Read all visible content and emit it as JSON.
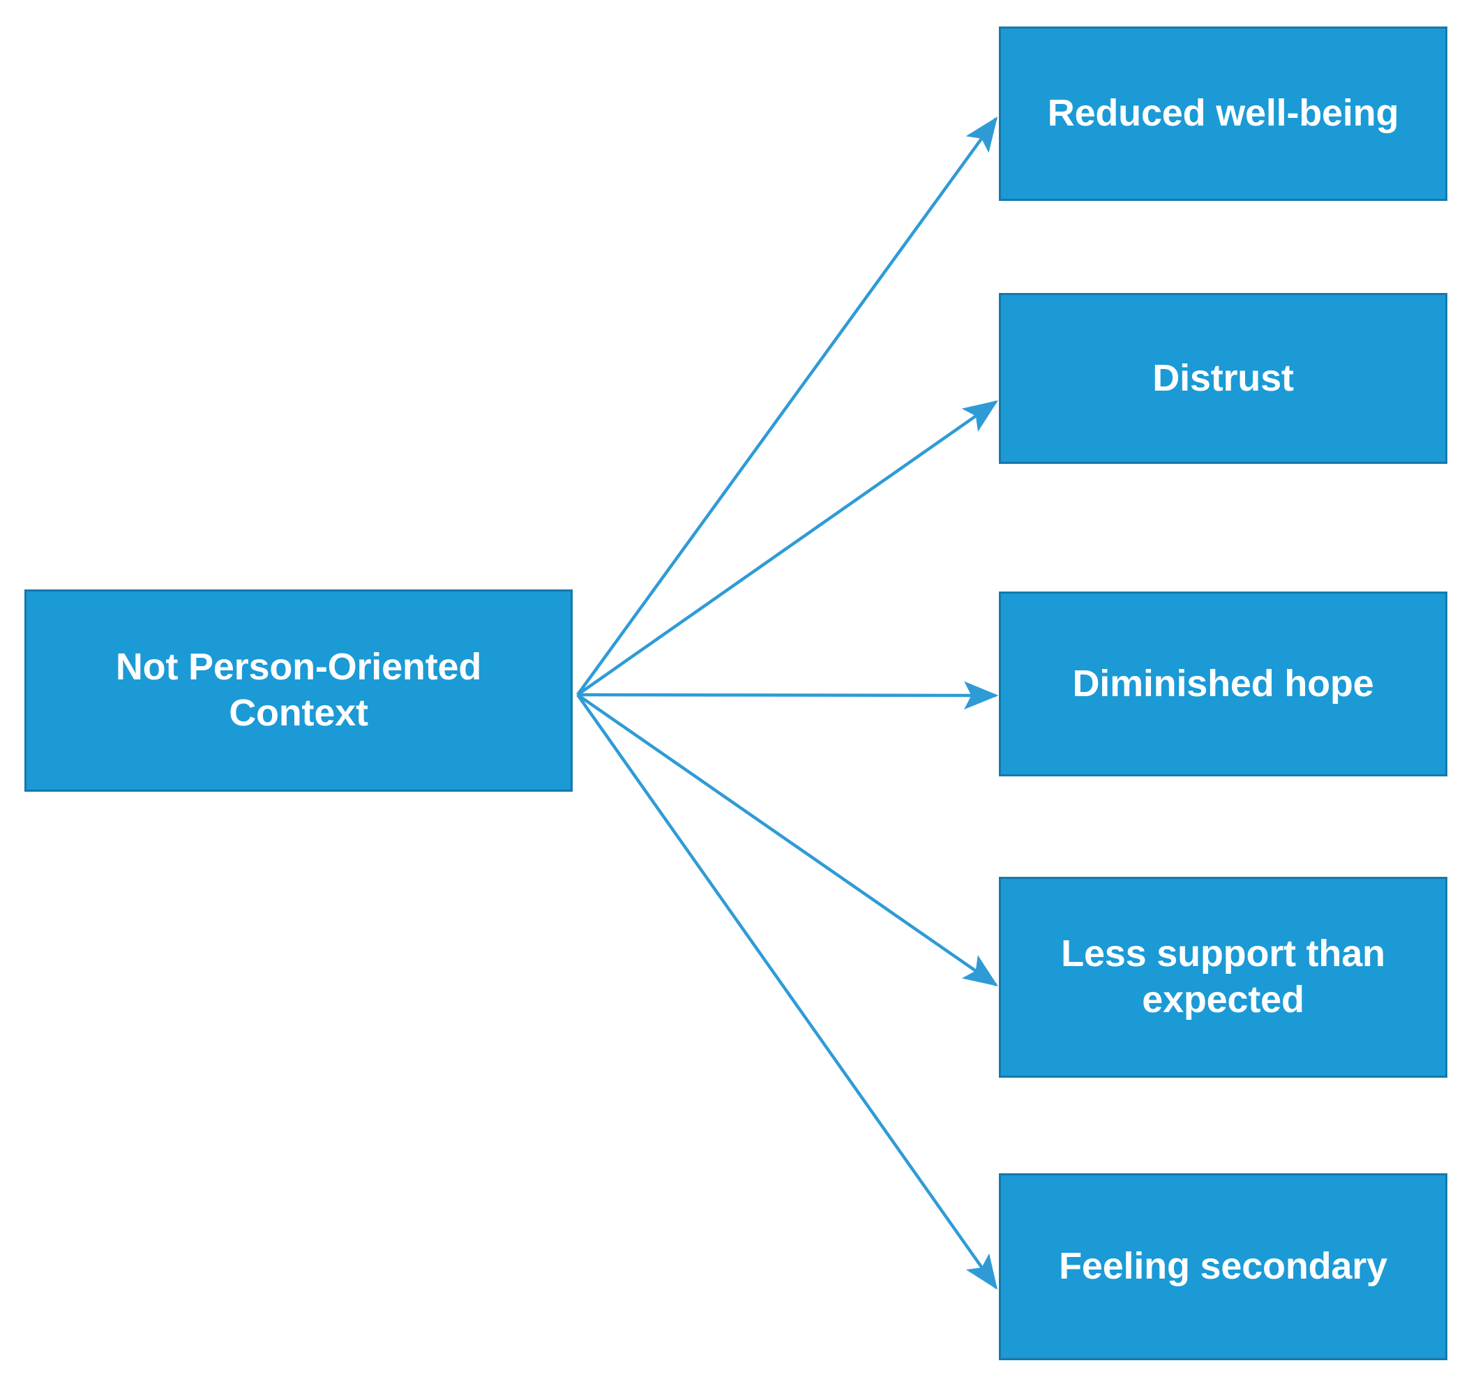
{
  "diagram": {
    "title": "Not Person-Oriented Context consequences diagram",
    "type": "radial-fan",
    "colors": {
      "node_fill": "#1B9AD6",
      "node_border": "#1479AB",
      "node_text": "#FFFFFF",
      "edge_stroke": "#2E9BD6",
      "background": "#FFFFFF"
    },
    "source": {
      "id": "not-person-oriented-context",
      "label": "Not Person-Oriented\nContext"
    },
    "targets": [
      {
        "id": "reduced-well-being",
        "label": "Reduced well-being"
      },
      {
        "id": "distrust",
        "label": "Distrust"
      },
      {
        "id": "diminished-hope",
        "label": "Diminished hope"
      },
      {
        "id": "less-support-than-expected",
        "label": "Less support than\nexpected"
      },
      {
        "id": "feeling-secondary",
        "label": "Feeling secondary"
      }
    ],
    "edges": [
      {
        "from": "not-person-oriented-context",
        "to": "reduced-well-being",
        "arrow": "end"
      },
      {
        "from": "not-person-oriented-context",
        "to": "distrust",
        "arrow": "end"
      },
      {
        "from": "not-person-oriented-context",
        "to": "diminished-hope",
        "arrow": "end"
      },
      {
        "from": "not-person-oriented-context",
        "to": "less-support-than-expected",
        "arrow": "end"
      },
      {
        "from": "not-person-oriented-context",
        "to": "feeling-secondary",
        "arrow": "end"
      }
    ]
  }
}
